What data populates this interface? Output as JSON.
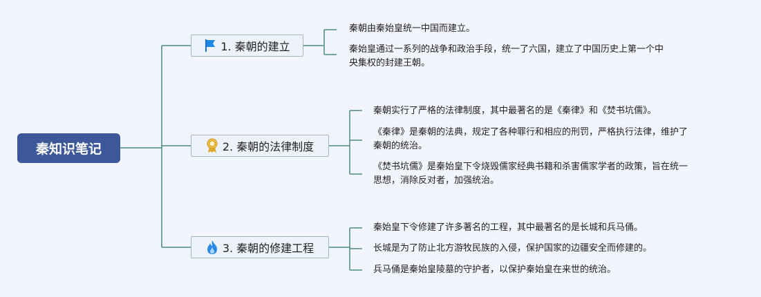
{
  "root": {
    "label": "秦知识笔记"
  },
  "branches": [
    {
      "label": "1. 秦朝的建立",
      "icon": "flag-icon",
      "leaves": [
        [
          "秦朝由秦始皇统一中国而建立。"
        ],
        [
          "秦始皇通过一系列的战争和政治手段，统一了六国，建立了中国历史上第一个中",
          "央集权的封建王朝。"
        ]
      ]
    },
    {
      "label": "2. 秦朝的法律制度",
      "icon": "award-ribbon-icon",
      "leaves": [
        [
          "秦朝实行了严格的法律制度，其中最著名的是《秦律》和《焚书坑儒》。"
        ],
        [
          "《秦律》是秦朝的法典，规定了各种罪行和相应的刑罚，严格执行法律，维护了",
          "秦朝的统治。"
        ],
        [
          "《焚书坑儒》是秦始皇下令烧毁儒家经典书籍和杀害儒家学者的政策，旨在统一",
          "思想，消除反对者，加强统治。"
        ]
      ]
    },
    {
      "label": "3. 秦朝的修建工程",
      "icon": "fire-icon",
      "leaves": [
        [
          "秦始皇下令修建了许多著名的工程，其中最著名的是长城和兵马俑。"
        ],
        [
          "长城是为了防止北方游牧民族的入侵，保护国家的边疆安全而修建的。"
        ],
        [
          "兵马俑是秦始皇陵墓的守护者，以保护秦始皇在来世的统治。"
        ]
      ]
    }
  ]
}
